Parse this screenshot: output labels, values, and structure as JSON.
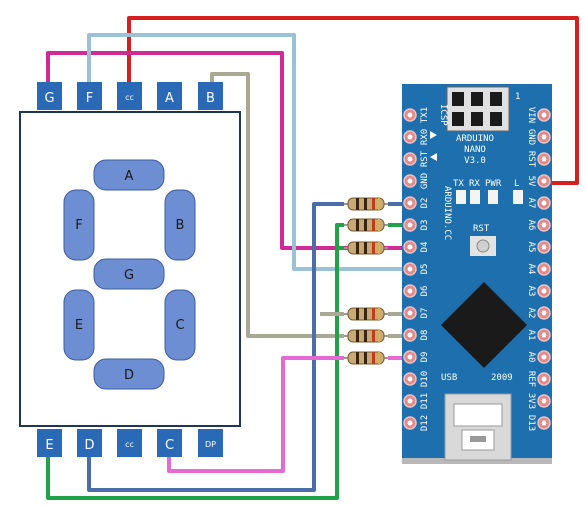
{
  "colors": {
    "pin_fill": "#2a69b5",
    "segment_fill": "#6d8ed2",
    "board_fill": "#1d6fae",
    "wire_red": "#d62020",
    "wire_magenta": "#cf2a96",
    "wire_lightblue": "#9bc1d6",
    "wire_gray": "#a8a894",
    "wire_navy": "#4b6da8",
    "wire_green": "#21a148",
    "wire_pink": "#e66ad3"
  },
  "display": {
    "top_pins": [
      "G",
      "F",
      "cc",
      "A",
      "B"
    ],
    "bottom_pins": [
      "E",
      "D",
      "cc",
      "C",
      "DP"
    ],
    "segments": [
      "A",
      "B",
      "C",
      "D",
      "E",
      "F",
      "G"
    ]
  },
  "board": {
    "title_lines": [
      "ARDUINO",
      "NANO",
      "V3.0"
    ],
    "icsp_label": "ICSP",
    "icsp_pin_number": "1",
    "site_label": "ARDUINO.CC",
    "led_labels": [
      "TX",
      "RX",
      "PWR",
      "L"
    ],
    "rst_label": "RST",
    "usb_label": "USB",
    "year_label": "2009",
    "left_pins": [
      "TX1",
      "RX0",
      "RST",
      "GND",
      "D2",
      "D3",
      "D4",
      "D5",
      "D6",
      "D7",
      "D8",
      "D9",
      "D10",
      "D11",
      "D12"
    ],
    "right_pins": [
      "VIN",
      "GND",
      "RST",
      "5V",
      "A7",
      "A6",
      "A5",
      "A4",
      "A3",
      "A2",
      "A1",
      "A0",
      "REF",
      "3V3",
      "D13"
    ]
  }
}
